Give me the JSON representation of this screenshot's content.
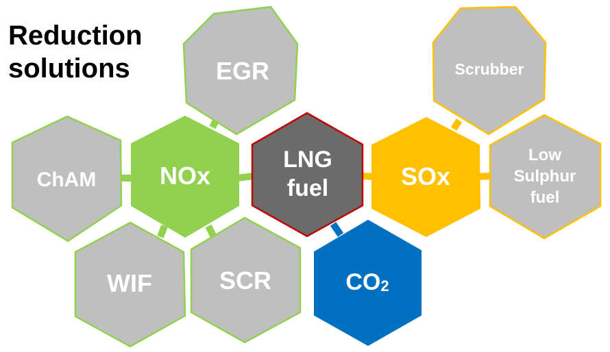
{
  "title": {
    "line1": "Reduction",
    "line2": "solutions"
  },
  "colors": {
    "nox": "#92d050",
    "sox": "#ffc000",
    "lng": "#6b6b6b",
    "lng_border": "#c00000",
    "co2": "#0070c0",
    "solution": "#bfbfbf"
  },
  "nodes": {
    "egr": {
      "label": "EGR"
    },
    "cham": {
      "label": "ChAM"
    },
    "nox": {
      "label": "NOx"
    },
    "lng": {
      "line1": "LNG",
      "line2": "fuel"
    },
    "sox": {
      "label": "SOx"
    },
    "scrubber": {
      "label": "Scrubber"
    },
    "low_sulphur": {
      "line1": "Low",
      "line2": "Sulphur",
      "line3": "fuel"
    },
    "wif": {
      "label": "WIF"
    },
    "scr": {
      "label": "SCR"
    },
    "co2": {
      "label": "CO",
      "sub": "2"
    }
  }
}
